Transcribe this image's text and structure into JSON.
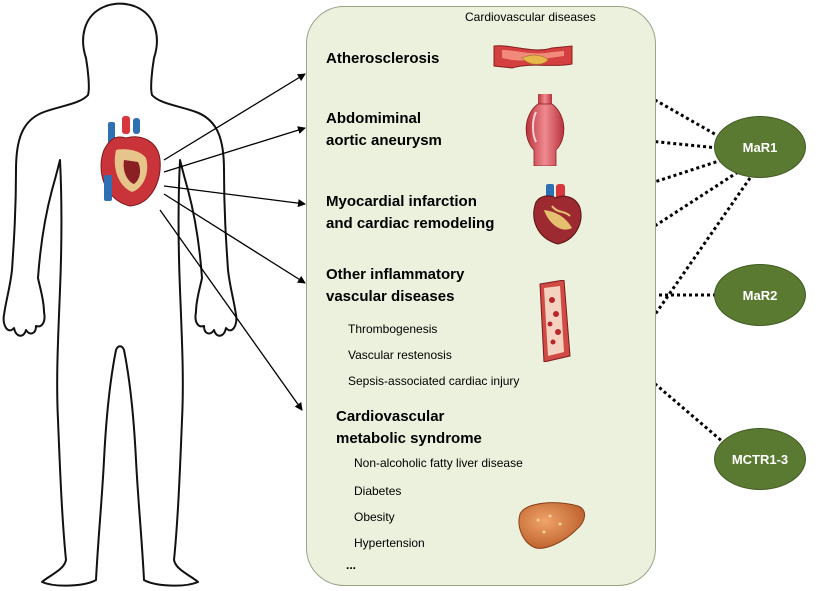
{
  "panel": {
    "title": "Cardiovascular diseases"
  },
  "diseases": {
    "atherosclerosis": "Atherosclerosis",
    "aneurysm_line1": "Abdomiminal",
    "aneurysm_line2": "aortic aneurysm",
    "mi_line1": "Myocardial infarction",
    "mi_line2": "and cardiac remodeling",
    "inflam_line1": "Other inflammatory",
    "inflam_line2": "vascular diseases",
    "inflam_sub": [
      "Thrombogenesis",
      "Vascular  restenosis",
      "Sepsis-associated cardiac injury"
    ],
    "metabolic_line1": "Cardiovascular",
    "metabolic_line2": "metabolic syndrome",
    "metabolic_sub": [
      "Non-alcoholic fatty liver disease",
      "Diabetes",
      "Obesity",
      "Hypertension",
      "..."
    ]
  },
  "mediators": {
    "mar1": "MaR1",
    "mar2": "MaR2",
    "mctr": "MCTR1-3"
  },
  "colors": {
    "panel_fill": "#ebf1dc",
    "mediator_fill": "#5a7a32",
    "vessel_red": "#c8343a",
    "plaque_yellow": "#e8b84a"
  },
  "icons": [
    "human-body-icon",
    "heart-icon",
    "artery-plaque-icon",
    "aorta-aneurysm-icon",
    "infarcted-heart-icon",
    "vessel-clot-icon",
    "liver-icon"
  ]
}
